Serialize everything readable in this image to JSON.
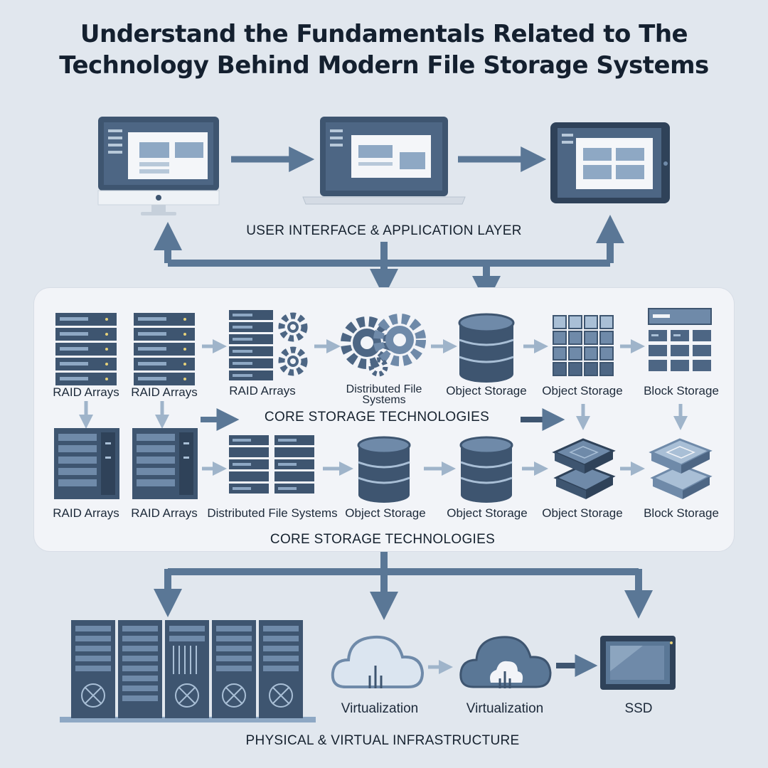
{
  "title": {
    "line1": "Understand the Fundamentals Related to The",
    "line2": "Technology Behind Modern File Storage Systems"
  },
  "sections": {
    "ui_layer": "USER INTERFACE & APPLICATION LAYER",
    "core_1": "CORE STORAGE TECHNOLOGIES",
    "core_2": "CORE STORAGE TECHNOLOGIES",
    "infrastructure": "PHYSICAL & VIRTUAL INFRASTRUCTURE"
  },
  "row1_labels": [
    "RAID Arrays",
    "RAID Arrays",
    "RAID Arrays",
    "Distributed File Systems",
    "Object Storage",
    "Object Storage",
    "Block Storage"
  ],
  "row2_labels": [
    "RAID Arrays",
    "RAID Arrays",
    "Distributed File Systems",
    "Object Storage",
    "Object Storage",
    "Object Storage",
    "Block Storage"
  ],
  "infra_labels": [
    "Virtualization",
    "Virtualization",
    "SSD"
  ],
  "icons": {
    "devices": [
      "desktop-monitor-icon",
      "laptop-icon",
      "tablet-icon"
    ],
    "row1": [
      "server-rack-icon",
      "server-rack-icon",
      "server-gears-icon",
      "gears-icon",
      "database-icon",
      "object-grid-icon",
      "block-grid-icon"
    ],
    "row2": [
      "server-cabinet-icon",
      "server-cabinet-icon",
      "server-pair-icon",
      "database-icon",
      "database-icon",
      "stacked-blocks-icon",
      "stacked-blocks-icon"
    ],
    "infra": [
      "server-room-icon",
      "cloud-icon",
      "cloud-icon",
      "ssd-icon"
    ]
  },
  "colors": {
    "background": "#e1e7ee",
    "panel": "#f2f4f8",
    "arrow_dark": "#5a7796",
    "arrow_light": "#9fb4ca",
    "icon_dark": "#3e5570",
    "icon_mid": "#6f8aa9",
    "icon_light": "#a9bfd6",
    "screen": "#f4f6f9"
  }
}
